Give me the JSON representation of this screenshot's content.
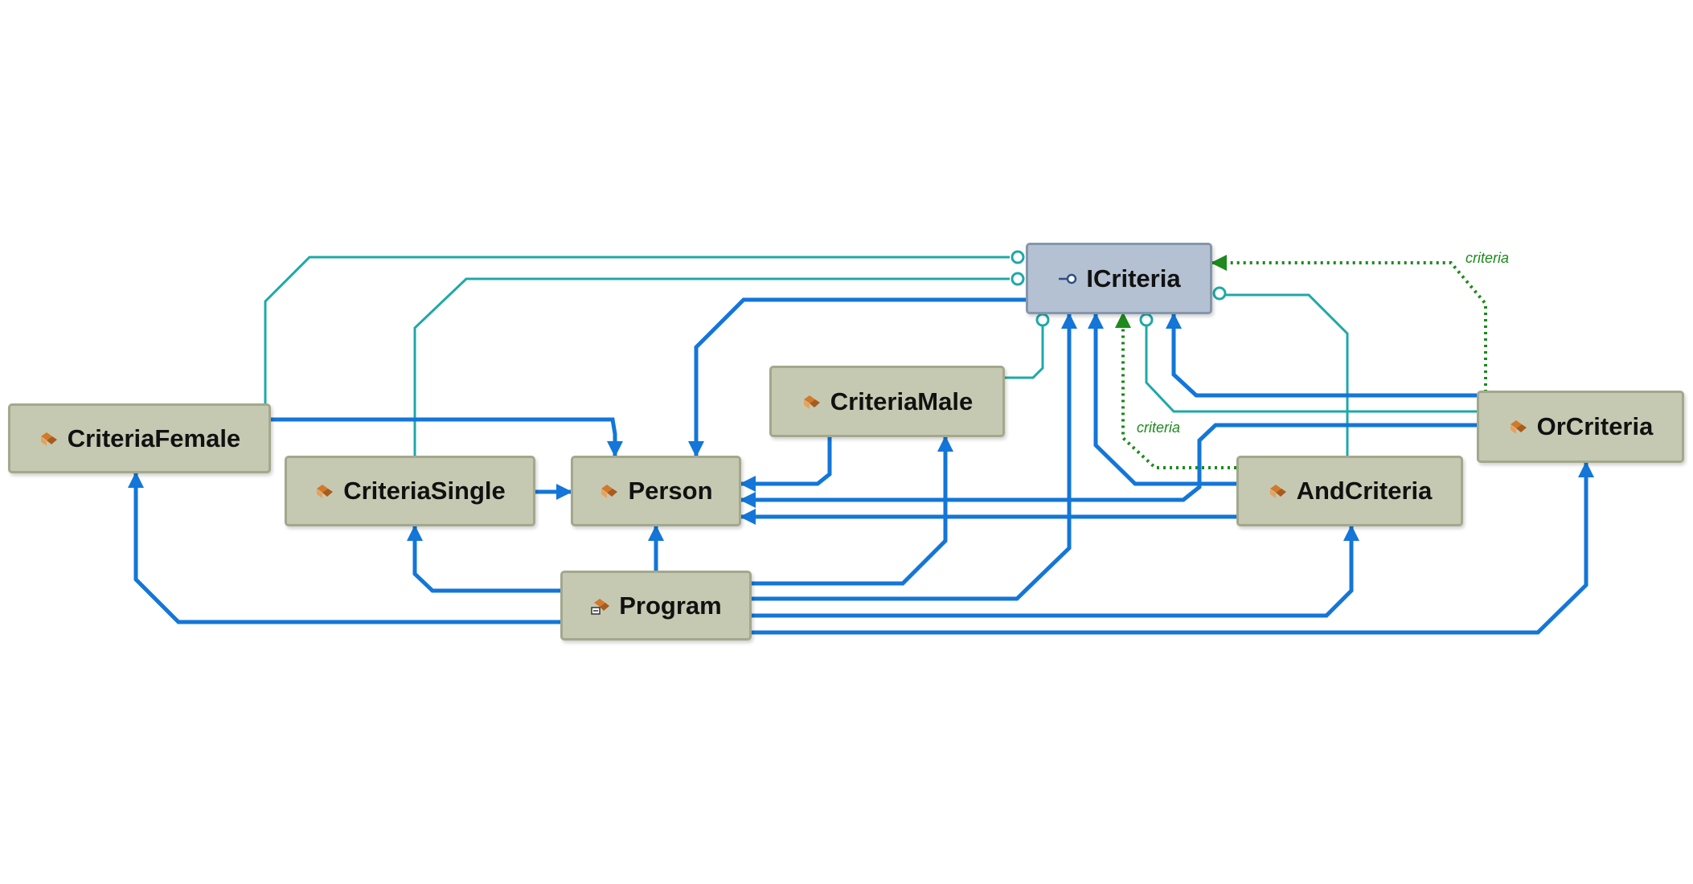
{
  "nodes": {
    "icriteria": {
      "name": "ICriteria",
      "icon": "interface-icon"
    },
    "criteria_female": {
      "name": "CriteriaFemale",
      "icon": "class-icon"
    },
    "criteria_single": {
      "name": "CriteriaSingle",
      "icon": "class-icon"
    },
    "person": {
      "name": "Person",
      "icon": "class-icon"
    },
    "criteria_male": {
      "name": "CriteriaMale",
      "icon": "class-icon"
    },
    "and_criteria": {
      "name": "AndCriteria",
      "icon": "class-icon"
    },
    "or_criteria": {
      "name": "OrCriteria",
      "icon": "class-icon"
    },
    "program": {
      "name": "Program",
      "icon": "program-class-icon"
    }
  },
  "edge_labels": {
    "or_criteria_field": "criteria",
    "and_criteria_field": "criteria"
  },
  "colors": {
    "dependency": "#1376d8",
    "implements": "#1fa8a8",
    "association": "#1c8a1c",
    "class_fill": "#c5c9b2",
    "interface_fill": "#b4c1d2"
  }
}
